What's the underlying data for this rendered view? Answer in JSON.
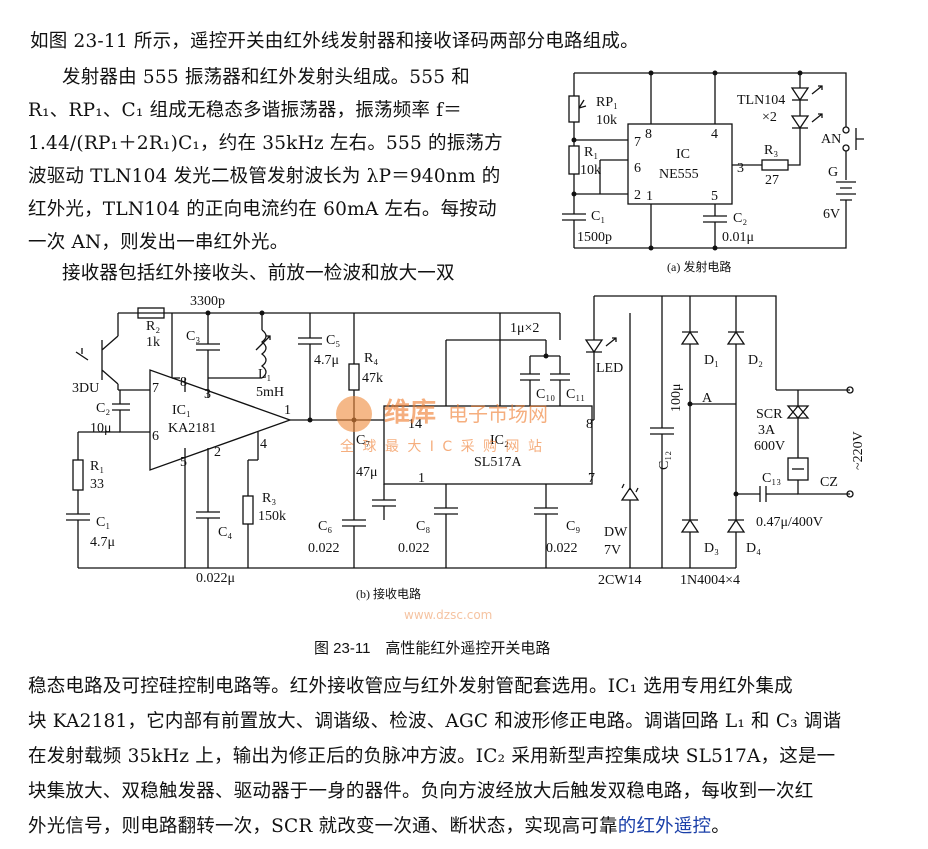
{
  "paragraphs": {
    "p1": "如图 23-11 所示，遥控开关由红外线发射器和接收译码两部分电路组成。",
    "p2_l1": "发射器由 555 振荡器和红外发射头组成。555 和",
    "p2_l2": "R₁、RP₁、C₁ 组成无稳态多谐振荡器，振荡频率 f＝",
    "p2_l3": "1.44/(RP₁＋2R₁)C₁，约在 35kHz 左右。555 的振荡方",
    "p2_l4": "波驱动 TLN104 发光二极管发射波长为 λP＝940nm 的",
    "p2_l5": "红外光，TLN104 的正向电流约在 60mA 左右。每按动",
    "p2_l6": "一次 AN，则发出一串红外光。",
    "p3_l1": "接收器包括红外接收头、前放一检波和放大一双",
    "p4_l1": "稳态电路及可控硅控制电路等。红外接收管应与红外发射管配套选用。IC₁ 选用专用红外集成",
    "p4_l2": "块 KA2181，它内部有前置放大、调谐级、检波、AGC 和波形修正电路。调谐回路 L₁ 和 C₃ 调谐",
    "p4_l3": "在发射载频 35kHz 上，输出为修正后的负脉冲方波。IC₂ 采用新型声控集成块 SL517A，这是一",
    "p4_l4": "块集放大、双稳触发器、驱动器于一身的器件。负向方波经放大后触发双稳电路，每收到一次红",
    "p4_l5_a": "外光信号，则电路翻转一次，SCR 就改变一次通、断状态，实现高可靠",
    "p4_l5_b": "的红外遥控",
    "p4_l5_c": "。"
  },
  "figure_caption": "图 23-11　高性能红外遥控开关电路",
  "circuit_a": {
    "caption": "(a) 发射电路",
    "labels": {
      "rp1": "RP₁",
      "rp1_val": "10k",
      "r1": "R₁",
      "r1_val": "10k",
      "ic": "IC",
      "ic_part": "NE555",
      "pin8": "8",
      "pin4": "4",
      "pin7": "7",
      "pin6": "6",
      "pin2": "2",
      "pin1": "1",
      "pin5": "5",
      "pin3": "3",
      "r3": "R₃",
      "r3_val": "27",
      "led": "TLN104",
      "led_count": "×2",
      "switch": "AN",
      "battery": "G",
      "battery_val": "6V",
      "c1": "C₁",
      "c1_val": "1500p",
      "c2": "C₂",
      "c2_val": "0.01μ"
    }
  },
  "circuit_b": {
    "caption": "(b) 接收电路",
    "labels": {
      "c3_val": "3300p",
      "r2": "R₂",
      "r2_val": "1k",
      "c3": "C₃",
      "l1": "L₁",
      "l1_val": "5mH",
      "c5": "C₅",
      "c5_val": "4.7μ",
      "r4": "R₄",
      "r4_val": "47k",
      "caps_12": "1μ×2",
      "c10": "C₁₀",
      "c11": "C₁₁",
      "led": "LED",
      "cap_100": "100μ",
      "c12": "C₁₂",
      "d1": "D₁",
      "d2": "D₂",
      "node_a": "A",
      "scr": "SCR",
      "scr_a": "3A",
      "scr_v": "600V",
      "v220": "~220V",
      "cz": "CZ",
      "c13": "C₁₃",
      "c13_val": "0.47μ/400V",
      "d3": "D₃",
      "d4": "D₄",
      "diodes": "1N4004×4",
      "dw": "DW",
      "dw_val": "7V",
      "dw_part": "2CW14",
      "sensor": "3DU",
      "c2": "C₂",
      "c2_val": "10μ",
      "r1": "R₁",
      "r1_val": "33",
      "c1": "C₁",
      "c1_val": "4.7μ",
      "ic1": "IC₁",
      "ic1_part": "KA2181",
      "p7": "7",
      "p8": "8",
      "p3": "3",
      "p1": "1",
      "p6": "6",
      "p5": "5",
      "p2": "2",
      "p4": "4",
      "p14": "14",
      "p8b": "8",
      "p1b": "1",
      "p7b": "7",
      "ic2": "IC₂",
      "ic2_part": "SL517A",
      "c7": "C₇",
      "c7_val": "47μ",
      "r3": "R₃",
      "r3_val": "150k",
      "c4": "C₄",
      "c4_val": "0.022μ",
      "c6": "C₆",
      "c6_val": "0.022",
      "c8": "C₈",
      "c8_val": "0.022",
      "c9": "C₉",
      "c9_val": "0.022"
    }
  },
  "watermark": {
    "brand": "维库",
    "site": "电子市场网",
    "tagline": "全 球 最 大 I C 采 购 网 站",
    "url": "www.dzsc.com"
  }
}
